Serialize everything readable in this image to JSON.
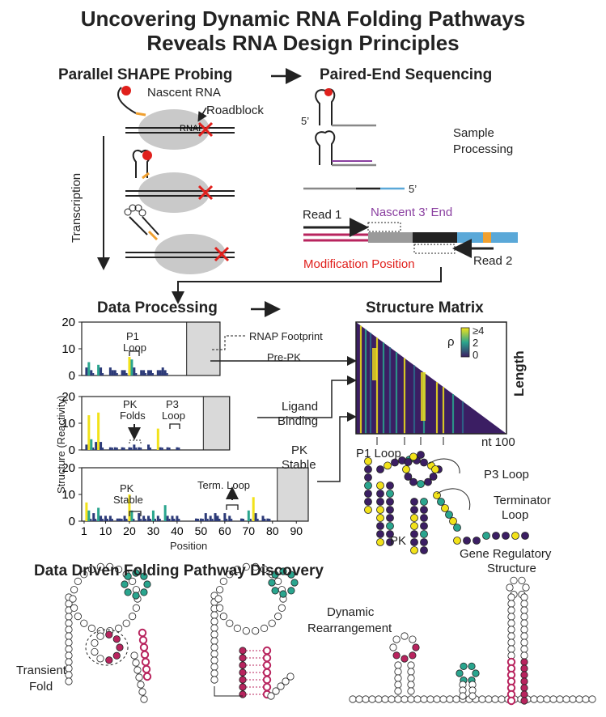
{
  "title": {
    "line1": "Uncovering Dynamic RNA Folding Pathways",
    "line2": "Reveals RNA Design Principles"
  },
  "top": {
    "left_heading": "Parallel SHAPE Probing",
    "right_heading": "Paired-End Sequencing",
    "nascent_rna": "Nascent RNA",
    "roadblock": "Roadblock",
    "rnap": "RNAP",
    "transcription": "Transcription",
    "five_prime_a": "5’",
    "five_prime_b": "5’",
    "sample_processing_1": "Sample",
    "sample_processing_2": "Processing",
    "read1": "Read 1",
    "read2": "Read 2",
    "nascent_end": "Nascent 3’ End",
    "mod_position": "Modification Position"
  },
  "middle": {
    "data_processing": "Data Processing",
    "structure_matrix": "Structure Matrix",
    "rnap_footprint": "RNAP Footprint",
    "p1_loop_1": "P1",
    "p1_loop_2": "Loop",
    "pk_folds_1": "PK",
    "pk_folds_2": "Folds",
    "p3_loop_1": "P3",
    "p3_loop_2": "Loop",
    "pk_stable_a1": "PK",
    "pk_stable_a2": "Stable",
    "term_loop": "Term. Loop",
    "pre_pk": "Pre-PK",
    "ligand_1": "Ligand",
    "binding": "Binding",
    "pk_stable_b1": "PK",
    "pk_stable_b2": "Stable",
    "y_axis": "Structure (Reactivity)",
    "x_axis": "Position",
    "length": "Length",
    "rho": "ρ",
    "cb_top": "≥4",
    "cb_mid": "2",
    "cb_bot": "0",
    "nt100": "nt 100",
    "p1_loop_label": "P1  Loop",
    "p3_loop_label": "P3 Loop",
    "terminator_1": "Terminator",
    "terminator_2": "Loop",
    "pk_label": "PK"
  },
  "bottom": {
    "heading": "Data Driven Folding Pathway Discovery",
    "gene_reg_1": "Gene Regulatory",
    "gene_reg_2": "Structure",
    "dynamic_1": "Dynamic",
    "dynamic_2": "Rearrangement",
    "transient_1": "Transient",
    "transient_2": "Fold"
  },
  "colors": {
    "yellow": "#f2e21a",
    "teal": "#2aa58e",
    "navy": "#2c3a78",
    "purple": "#3b1e63",
    "magenta": "#b8245e",
    "red": "#e0201c",
    "grayblob": "#c9c9c9",
    "violet_text": "#8a3fa0",
    "blue_line": "#5aa8d8",
    "orange": "#f0a030"
  },
  "chart_data": [
    {
      "type": "bar",
      "panel": "top",
      "ylim": [
        0,
        20
      ],
      "xlim": [
        0,
        95
      ],
      "series": [
        {
          "values": [
            [
              2,
              3
            ],
            [
              3,
              5
            ],
            [
              4,
              2
            ],
            [
              7,
              4
            ],
            [
              8,
              3
            ],
            [
              12,
              3
            ],
            [
              13,
              2
            ],
            [
              14,
              2
            ],
            [
              17,
              2
            ],
            [
              18,
              2
            ],
            [
              20,
              7
            ],
            [
              21,
              6
            ],
            [
              22,
              3
            ],
            [
              25,
              2
            ],
            [
              26,
              2
            ],
            [
              28,
              2
            ],
            [
              29,
              2
            ],
            [
              32,
              2
            ],
            [
              33,
              2
            ],
            [
              34,
              3
            ],
            [
              35,
              2
            ]
          ]
        }
      ]
    },
    {
      "type": "bar",
      "panel": "middle",
      "ylim": [
        0,
        20
      ],
      "xlim": [
        0,
        95
      ],
      "series": [
        {
          "values": [
            [
              2,
              2
            ],
            [
              3,
              13
            ],
            [
              4,
              4
            ],
            [
              6,
              3
            ],
            [
              7,
              14
            ],
            [
              8,
              3
            ],
            [
              12,
              1
            ],
            [
              14,
              1
            ],
            [
              17,
              1
            ],
            [
              20,
              1
            ],
            [
              22,
              2
            ],
            [
              24,
              1
            ],
            [
              28,
              2
            ],
            [
              32,
              8
            ],
            [
              33,
              1
            ],
            [
              36,
              1
            ],
            [
              40,
              1
            ]
          ]
        }
      ]
    },
    {
      "type": "bar",
      "panel": "bottom",
      "ylim": [
        0,
        20
      ],
      "xlim": [
        0,
        95
      ],
      "series": [
        {
          "values": [
            [
              2,
              7
            ],
            [
              3,
              4
            ],
            [
              5,
              3
            ],
            [
              7,
              5
            ],
            [
              8,
              2
            ],
            [
              10,
              2
            ],
            [
              12,
              2
            ],
            [
              15,
              1
            ],
            [
              16,
              1
            ],
            [
              18,
              2
            ],
            [
              20,
              10
            ],
            [
              21,
              4
            ],
            [
              24,
              3
            ],
            [
              26,
              2
            ],
            [
              28,
              2
            ],
            [
              30,
              4
            ],
            [
              32,
              2
            ],
            [
              35,
              6
            ],
            [
              36,
              2
            ],
            [
              38,
              2
            ],
            [
              40,
              2
            ],
            [
              48,
              1
            ],
            [
              50,
              1
            ],
            [
              52,
              3
            ],
            [
              54,
              2
            ],
            [
              56,
              3
            ],
            [
              57,
              2
            ],
            [
              60,
              3
            ],
            [
              62,
              2
            ],
            [
              67,
              1
            ],
            [
              70,
              4
            ],
            [
              72,
              9
            ],
            [
              73,
              3
            ],
            [
              76,
              2
            ],
            [
              78,
              1
            ]
          ]
        }
      ]
    }
  ]
}
